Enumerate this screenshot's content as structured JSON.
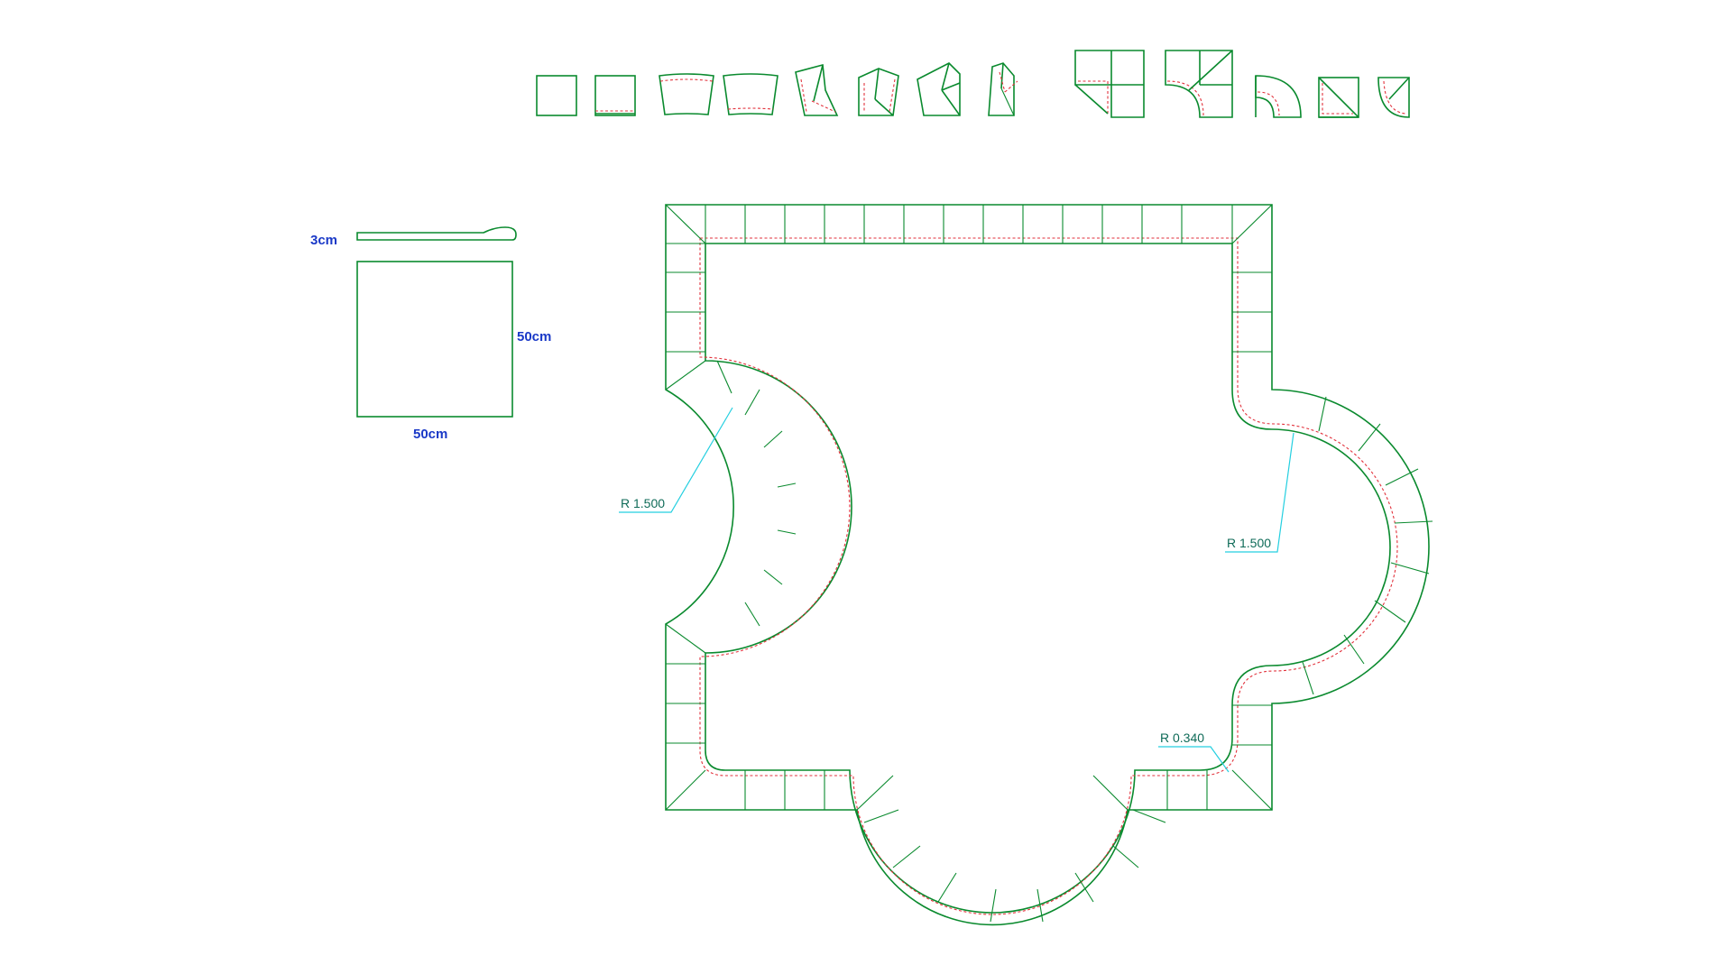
{
  "tile_dimensions": {
    "thickness": "3cm",
    "height": "50cm",
    "width": "50cm"
  },
  "radius_labels": {
    "left_arc": "R 1.500",
    "right_arc": "R 1.500",
    "corner": "R 0.340"
  },
  "piece_catalog": [
    "square-tile",
    "edge-tile",
    "curved-tile-convex",
    "curved-tile-concave",
    "angled-corner-a",
    "angled-corner-b",
    "angled-corner-c",
    "angled-corner-d",
    "inner-corner-square",
    "inner-corner-round",
    "quarter-round",
    "outer-corner-square",
    "outer-corner-round"
  ],
  "colors": {
    "outline": "#0a8a2e",
    "coping_line": "#e2323c",
    "leader": "#24cfe0",
    "dimension_text": "#1a39c7",
    "radius_text": "#0f6b58"
  }
}
